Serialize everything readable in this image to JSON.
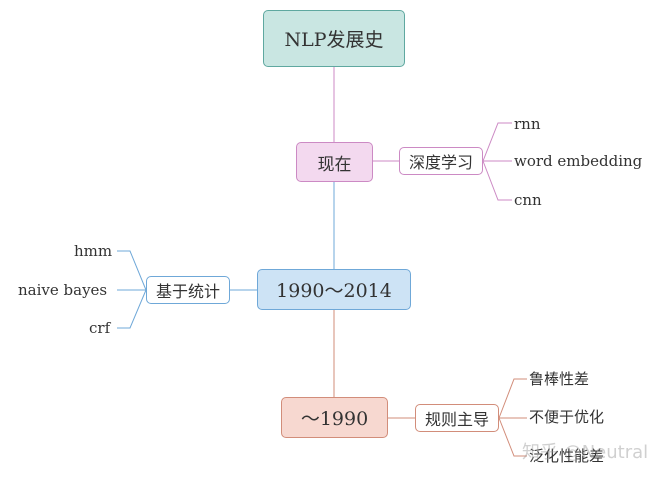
{
  "root": {
    "label": "NLP发展史"
  },
  "branches": [
    {
      "id": "now",
      "label": "现在",
      "color": "#cc8ac4",
      "fill": "#f3d9ef",
      "sub": {
        "label": "深度学习",
        "items": [
          "rnn",
          "word embedding",
          "cnn"
        ]
      }
    },
    {
      "id": "mid",
      "label": "1990～2014",
      "color": "#6fa8d8",
      "fill": "#cde3f5",
      "sub": {
        "label": "基于统计",
        "items": [
          "hmm",
          "naive bayes",
          "crf"
        ]
      }
    },
    {
      "id": "old",
      "label": "～1990",
      "color": "#d28d7a",
      "fill": "#f7d8d0",
      "sub": {
        "label": "规则主导",
        "items": [
          "鲁棒性差",
          "不便于优化",
          "泛化性能差"
        ]
      }
    }
  ],
  "root_color": "#5fa8a0",
  "root_fill": "#c9e6e2",
  "watermark": "知乎 @Neutral"
}
